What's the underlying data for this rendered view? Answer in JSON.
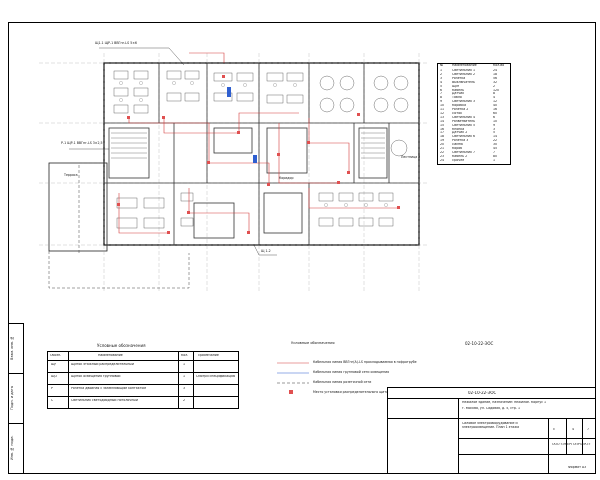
{
  "stamp": {
    "code": "02-10-22-ЭОС"
  },
  "callouts": {
    "top_left": "Щ1.1 ЩР-1 ВВГнг-LS 5×6",
    "left_mid": "Р-1 ЩР-1 ВВГнг-LS 3×2,5",
    "bottom_mid": "Щ 1-2"
  },
  "floor_labels": {
    "stair": "Лестница 2",
    "corridor": "Коридор",
    "terrace": "Терраса"
  },
  "spec_table": {
    "title": "Ведомость",
    "headers": [
      "№",
      "Наименование",
      "Кол-во"
    ],
    "rows": [
      [
        "1",
        "Светильник 1",
        "24"
      ],
      [
        "2",
        "Светильник 2",
        "18"
      ],
      [
        "3",
        "Розетка",
        "56"
      ],
      [
        "4",
        "Выключатель",
        "32"
      ],
      [
        "5",
        "Щит",
        "2"
      ],
      [
        "6",
        "Кабель",
        "120"
      ],
      [
        "7",
        "Датчик",
        "8"
      ],
      [
        "8",
        "Табло",
        "4"
      ],
      [
        "9",
        "Светильник 3",
        "12"
      ],
      [
        "10",
        "Коробка",
        "40"
      ],
      [
        "11",
        "Розетка 2",
        "16"
      ],
      [
        "12",
        "Лоток",
        "60"
      ],
      [
        "13",
        "Светильник 4",
        "6"
      ],
      [
        "14",
        "Разветвитель",
        "10"
      ],
      [
        "15",
        "Светильник 5",
        "9"
      ],
      [
        "16",
        "Кнопка",
        "3"
      ],
      [
        "17",
        "Датчик 2",
        "5"
      ],
      [
        "18",
        "Светильник 6",
        "14"
      ],
      [
        "19",
        "Розетка 3",
        "22"
      ],
      [
        "20",
        "Лампа",
        "30"
      ],
      [
        "21",
        "Короб",
        "45"
      ],
      [
        "22",
        "Светильник 7",
        "7"
      ],
      [
        "23",
        "Кабель 2",
        "80"
      ],
      [
        "24",
        "Прочее",
        "1"
      ]
    ]
  },
  "legend": {
    "title": "Условные обозначения",
    "headers": [
      "Обозн.",
      "Наименование",
      "Кол.",
      "Примечание"
    ],
    "rows": [
      [
        "ЩР",
        "Щиток этажный распределительный",
        "1",
        ""
      ],
      [
        "ЩО",
        "Щиток освещения групповой",
        "1",
        "Смотри спецификацию"
      ],
      [
        "Р",
        "Розетка двойная с заземляющим контактом",
        "3",
        ""
      ],
      [
        "С",
        "Светильник светодиодный потолочный",
        "2",
        ""
      ]
    ]
  },
  "notes": {
    "title": "Условные обозначения",
    "items": [
      "Кабельная линия ВВГнг(А)-LS прокладываемая в гофротрубе",
      "Кабельная линия групповой сети освещения",
      "Кабельная линия розеточной сети",
      "Место установки распределительного щита"
    ]
  },
  "title_block": {
    "code": "02-10-22-ЭОС",
    "object": "Нежилое здание, назначение: нежилое. Корпус 1",
    "address": "г. Москва, ул. Садовая, д. 5, стр. 1",
    "sheet_title": "Силовое электрооборудование и электроосвещение. План 1 этажа",
    "stage": "П",
    "sheet": "4",
    "sheets": "7",
    "company": "ООО «ЭНЕРГОПРОЕКТ»",
    "format": "Формат А3"
  },
  "strip": {
    "labels": [
      "Инв. № подл.",
      "Подп. и дата",
      "Взам. инв. №"
    ]
  }
}
